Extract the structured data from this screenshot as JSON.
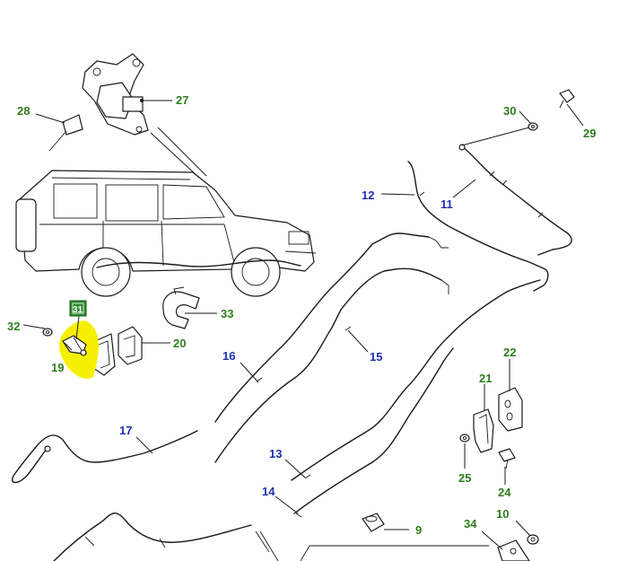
{
  "callouts": {
    "c28": "28",
    "c27": "27",
    "c30": "30",
    "c29": "29",
    "c12": "12",
    "c11": "11",
    "c32": "32",
    "c31": "31",
    "c33": "33",
    "c20": "20",
    "c19": "19",
    "c16": "16",
    "c15": "15",
    "c22": "22",
    "c21": "21",
    "c17": "17",
    "c13": "13",
    "c25": "25",
    "c24": "24",
    "c14": "14",
    "c9": "9",
    "c34": "34",
    "c10": "10"
  },
  "colors": {
    "green_label": "#2e7d1e",
    "blue_label": "#1f2fb0",
    "highlight": "#f5f000",
    "selected_box": "#2e8b2e"
  },
  "selected_part": "31"
}
